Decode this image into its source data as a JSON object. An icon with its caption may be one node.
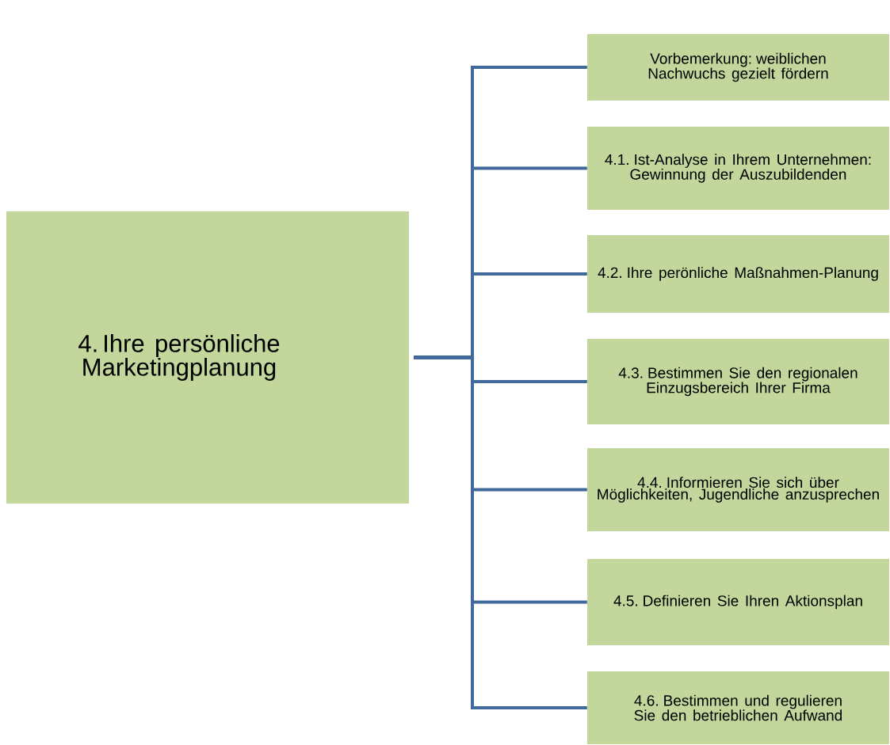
{
  "diagram": {
    "nodes": [
      {
        "text": [
          "4. Ihre persönliche Marketingplanung"
        ]
      },
      {
        "text": [
          "Vorbemerkung: weiblichen Nachwuchs gezielt fördern"
        ]
      },
      {
        "text": [
          "4.1. Ist-Analyse in Ihrem Unternehmen: Gewinnung der Auszubildenden"
        ]
      },
      {
        "text": [
          "4.2. Ihre perönliche Maßnahmen-Planung"
        ]
      },
      {
        "text": [
          "4.3. Bestimmen Sie den regionalen Einzugsbereich Ihrer Firma"
        ]
      },
      {
        "text": [
          "4.4. Informieren Sie sich über Möglichkeiten, Jugendliche anzusprechen"
        ]
      },
      {
        "text": [
          "4.5. Definieren Sie Ihren Aktionsplan"
        ]
      },
      {
        "text": [
          "4.6. Bestimmen und regulieren Sie den betrieblichen Aufwand"
        ]
      }
    ],
    "edges": [
      {
        "from": 0,
        "to": 1,
        "arrow": "none"
      },
      {
        "from": 0,
        "to": 2,
        "arrow": "none"
      },
      {
        "from": 0,
        "to": 3,
        "arrow": "none"
      },
      {
        "from": 0,
        "to": 4,
        "arrow": "none"
      },
      {
        "from": 0,
        "to": 5,
        "arrow": "none"
      },
      {
        "from": 0,
        "to": 6,
        "arrow": "none"
      },
      {
        "from": 0,
        "to": 7,
        "arrow": "none"
      }
    ]
  }
}
